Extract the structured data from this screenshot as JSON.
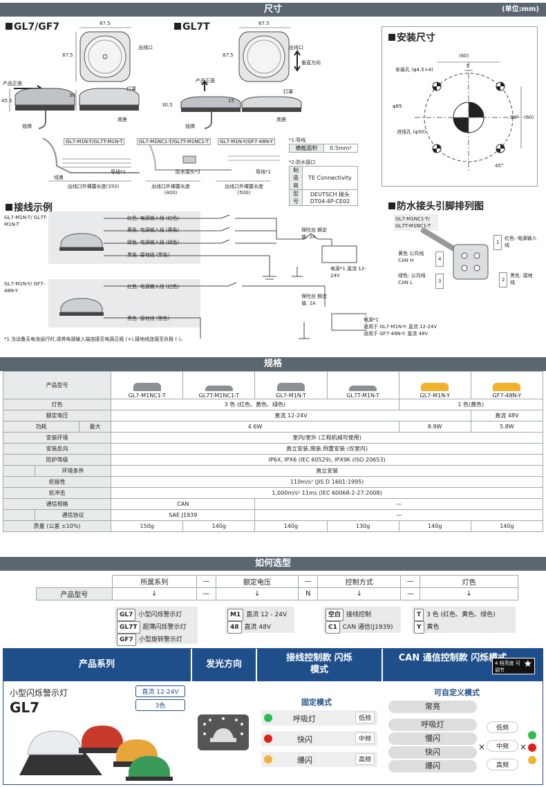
{
  "dimensions": {
    "title": "尺寸",
    "unit": "(单位:mm)",
    "gl7_heading": "GL7/GF7",
    "gl7t_heading": "GL7T",
    "w87": "87.5",
    "h87": "87.5",
    "h455": "45.5",
    "h30": "30",
    "h305": "30.5",
    "h15": "15",
    "outlet": "出线口",
    "front": "产品正面",
    "cover": "灯罩",
    "base": "底座",
    "label_plate": "铭牌",
    "vertical": "垂直方向",
    "cable_a": "GL7-M1N-T/GL7T-M1N-T",
    "cable_b": "GL7-M1NC1-T/GL7T-M1NC1-T",
    "cable_c": "GL7-M1N-Y/GF7-48N-Y",
    "wire": "导线*1",
    "connector": "防水接头*2",
    "cable_bundle": "线束",
    "len_a": "出线口外裸露长度(350)",
    "len_b": "出线口外裸露长度(400)",
    "len_c": "出线口外裸露长度(500)",
    "note1": "*1:导线",
    "note1_k": "横截面积",
    "note1_v": "0.5mm²",
    "note2": "*2:防水接口",
    "note2_k1": "制造商",
    "note2_v1": "TE Connectivity",
    "note2_k2": "型号",
    "note2_v2": "DEUTSCH 接头 DT04-4P-CE02"
  },
  "mount": {
    "title": "安装尺寸",
    "d60": "(60)",
    "d7": "7",
    "hole": "安装孔 (φ4.5×4)",
    "d85": "φ85",
    "inlet": "进线孔 (φ30)",
    "deg90": "90°",
    "deg45": "45°",
    "d60b": "(60)"
  },
  "wiring": {
    "title": "接线示例",
    "model_a": "GL7-M1N-T/ GL7T-M1N-T",
    "wire_red": "红色: 电源输入线 (红色)",
    "wire_yellow": "黄色: 电源输入线 (黄色)",
    "wire_green": "绿色: 电源输入线 (绿色)",
    "wire_black": "黑色: 接地线 (黑色)",
    "fuse": "保险丝 额定值: 2A",
    "power": "电源*1 直流 12-24V",
    "model_b": "GL7-M1N-Y/ GF7-48N-Y",
    "wire_red_b": "红色: 电源输入线 (红色)",
    "wire_black_b": "黑色: 接地线 (黑色)",
    "fuse_b": "保险丝 额定值: 2A",
    "power_b1": "电源*1",
    "power_b2": "适用于 GL7-M1N-Y: 直流 12-24V",
    "power_b3": "适用于 GF7-48N-Y: 直流 48V",
    "footnote": "*1 当设备无电池运行时,请将电源输入端连接至电源正极 (+),接地线连接至负极 (-)。"
  },
  "pins": {
    "title": "防水接头引脚排列图",
    "model": "GL7-M1NC1-T/ GL7T-M1NC1-T",
    "p1n": "1",
    "p1": "红色: 电源输入线",
    "p2n": "2",
    "p2": "黑色: 接地线",
    "p3n": "3",
    "p3": "绿色: 公共线 CAN L",
    "p4n": "4",
    "p4": "黄色 公共线 CAN H"
  },
  "spec": {
    "title": "规格",
    "h_model": "产品型号",
    "models": [
      "GL7-M1NC1-T",
      "GL7T-M1NC1-T",
      "GL7-M1N-T",
      "GL7T-M1N-T",
      "GL7-M1N-Y",
      "GF7-48N-Y"
    ],
    "r_color": "灯色",
    "v_color_a": "3 色 (红色、黄色、绿色)",
    "v_color_b": "1 色(黄色)",
    "r_volt": "额定电压",
    "v_volt_a": "直流 12-24V",
    "v_volt_b": "直流 48V",
    "r_power": "功耗",
    "r_power_sub": "最大",
    "v_power_a": "4.6W",
    "v_power_b": "8.9W",
    "v_power_c": "5.8W",
    "r_env": "安装环境",
    "v_env": "室内/室外 (工程机械可使用)",
    "r_dir": "安装反向",
    "v_dir": "直立安装,侧装,倒置安装 (仅室内)",
    "r_ip": "防护等级",
    "v_ip": "IP6X, IPX6 (IEC 60529), IPX9K (ISO 20653)",
    "r_cond": "环境条件",
    "v_cond": "直立安装",
    "r_vib": "抗振性",
    "v_vib": "110m/s² (JIS D 1601:1995)",
    "r_shock": "抗冲击",
    "v_shock": "1,000m/s² 11ms (IEC 60068-2-27:2008)",
    "r_comm": "通信规格",
    "v_comm": "CAN",
    "v_comm_b": "—",
    "r_proto": "通信协议",
    "v_proto": "SAE J1939",
    "v_proto_b": "—",
    "r_mass": "质量 (公差 ±10%)",
    "masses": [
      "150g",
      "140g",
      "140g",
      "130g",
      "140g",
      "140g"
    ]
  },
  "select": {
    "title": "如何选型",
    "c_series": "所属系列",
    "c_dash1": "—",
    "c_volt": "额定电压",
    "c_dash2": "—",
    "c_ctrl": "控制方式",
    "c_dash3": "—",
    "c_color": "灯色",
    "r_model": "产品型号",
    "d1": "—",
    "n": "N",
    "d2": "—",
    "arrow": "↓",
    "s1k": "GL7",
    "s1": "小型闪烁警示灯",
    "s2k": "GL7T",
    "s2": "超薄闪烁警示灯",
    "s3k": "GF7",
    "s3": "小型旋转警示灯",
    "v1k": "M1",
    "v1": "直流 12 - 24V",
    "v2k": "48",
    "v2": "直流 48V",
    "k1k": "空白",
    "k1": "接线控制",
    "k2k": "C1",
    "k2": "CAN 通信(J1939)",
    "l1k": "T",
    "l1": "3 色 (红色、黄色、绿色)",
    "l2k": "Y",
    "l2": "黄色"
  },
  "bottom": {
    "h_series": "产品系列",
    "h_dir": "发光方向",
    "h_wired": "接线控制款 闪烁模式",
    "h_can": "CAN 通信控制款 闪烁模式",
    "badge": "4 档亮度 可调节",
    "series_name": "小型闪烁警示灯",
    "series_code": "GL7",
    "tag_volt": "直流 12-24V",
    "tag_color": "3色",
    "fixed": "固定模式",
    "m1": "呼吸灯",
    "f1": "低频",
    "m2": "快闪",
    "f2": "中频",
    "m3": "爆闪",
    "f3": "高频",
    "custom": "可自定义模式",
    "cm0": "常亮",
    "cm1": "呼吸灯",
    "cm2": "慢闪",
    "cm3": "快闪",
    "cm4": "爆闪",
    "cf1": "低频",
    "cf2": "中频",
    "cf3": "高频",
    "times": "×"
  }
}
